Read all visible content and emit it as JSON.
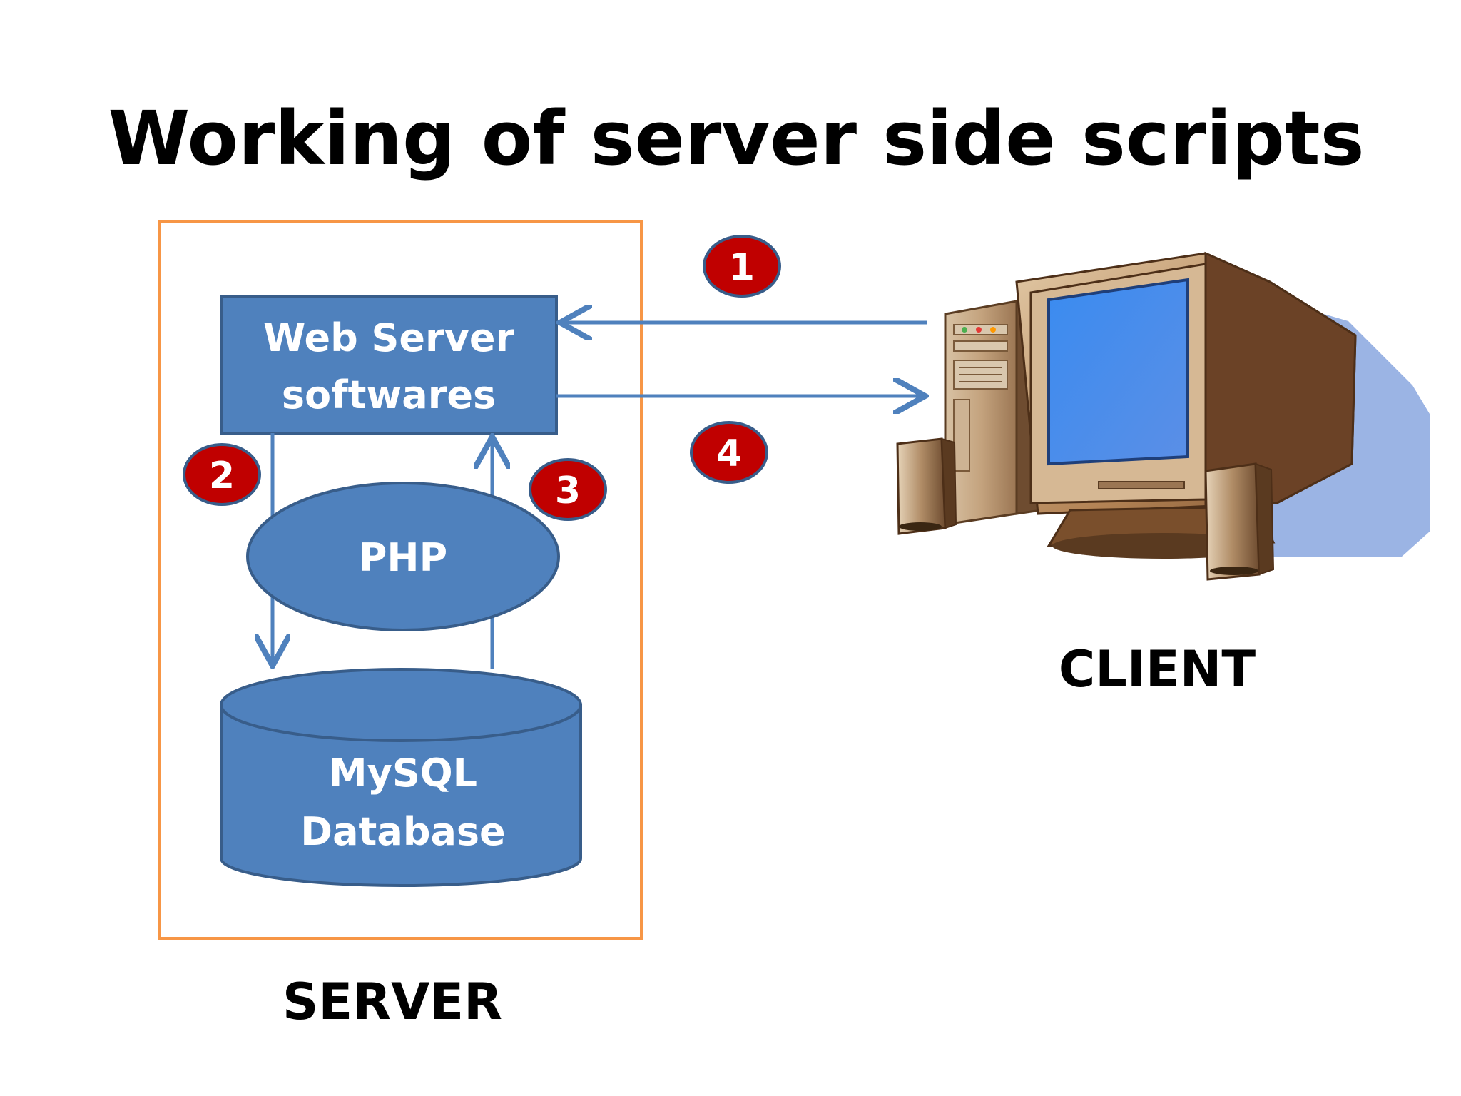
{
  "title": "Working of server side scripts",
  "server": {
    "label": "SERVER",
    "web_server": {
      "line1": "Web Server",
      "line2": "softwares"
    },
    "php": "PHP",
    "database": {
      "line1": "MySQL",
      "line2": "Database"
    }
  },
  "client": {
    "label": "CLIENT",
    "icon": "desktop-computer-icon"
  },
  "steps": [
    "1",
    "2",
    "3",
    "4"
  ],
  "colors": {
    "box_fill": "#4f81bd",
    "box_stroke": "#385d8a",
    "arrow": "#4f81bd",
    "badge_fill": "#c00000",
    "badge_stroke": "#385d8a",
    "server_border": "#f79646"
  }
}
